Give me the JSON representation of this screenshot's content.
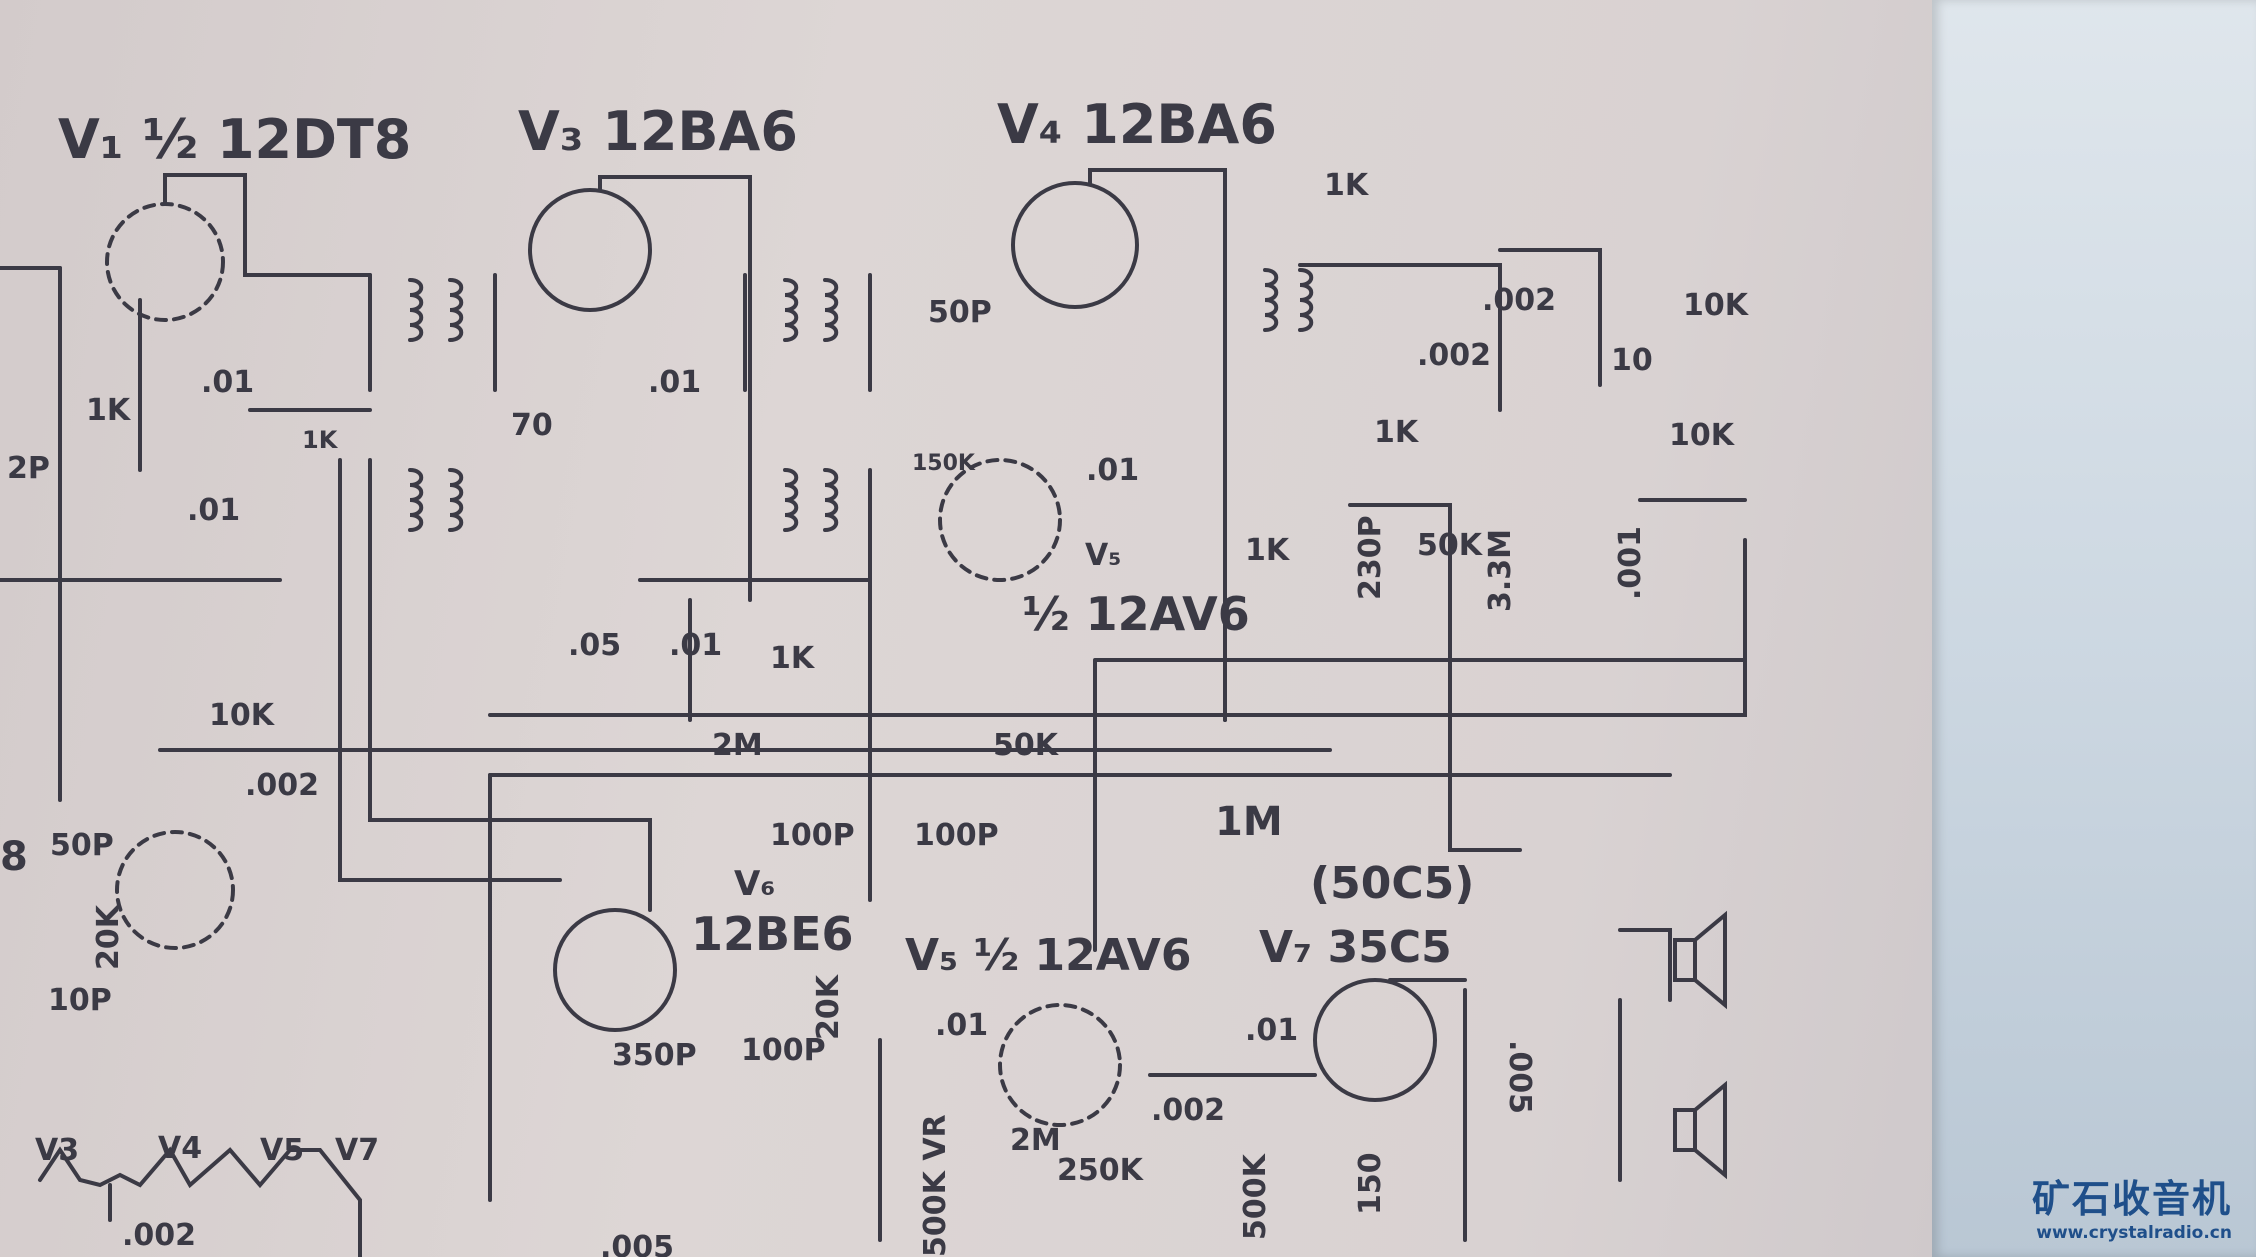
{
  "tubes": {
    "v1": "V₁ ½ 12DT8",
    "v3": "V₃ 12BA6",
    "v4": "V₄ 12BA6",
    "v5a": "V₅",
    "v5a_type": "½ 12AV6",
    "v6": "V₆",
    "v6_type": "12BE6",
    "v7_alt": "(50C5)",
    "v7": "V₇ 35C5",
    "v5b": "V₅ ½ 12AV6"
  },
  "components": [
    "1K",
    ".002",
    "10K",
    ".002",
    "10",
    "1K",
    "10K",
    "50P",
    "150K",
    ".01",
    ".01",
    "1K",
    "1K",
    ".01",
    ".01",
    "70",
    "2P",
    "1K",
    "230P",
    "50K",
    "3.3M",
    ".001",
    ".05",
    ".01",
    "1K",
    "10K",
    ".002",
    "2M",
    "50K",
    "1M",
    "100P",
    "100P",
    "20K",
    "50P",
    "20K",
    "10P",
    "350P",
    "100P",
    ".01",
    ".01",
    ".005",
    "500K VR",
    "2M",
    "250K",
    ".002",
    "500K",
    "150",
    ".002",
    ".005",
    "8"
  ],
  "heaters": [
    "V3",
    "V4",
    "V5",
    "V7"
  ],
  "watermark": {
    "title": "矿石收音机",
    "url": "www.crystalradio.cn"
  }
}
